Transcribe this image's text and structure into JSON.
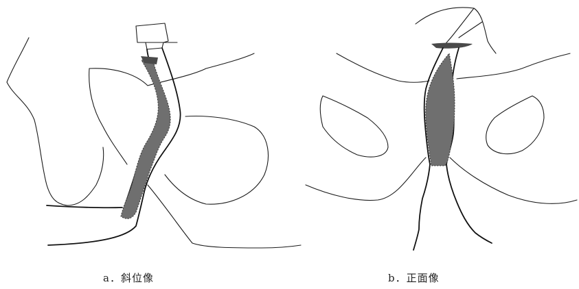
{
  "figure": {
    "panels": [
      {
        "id": "a",
        "caption": "a．斜位像"
      },
      {
        "id": "b",
        "caption": "b．正面像"
      }
    ]
  }
}
